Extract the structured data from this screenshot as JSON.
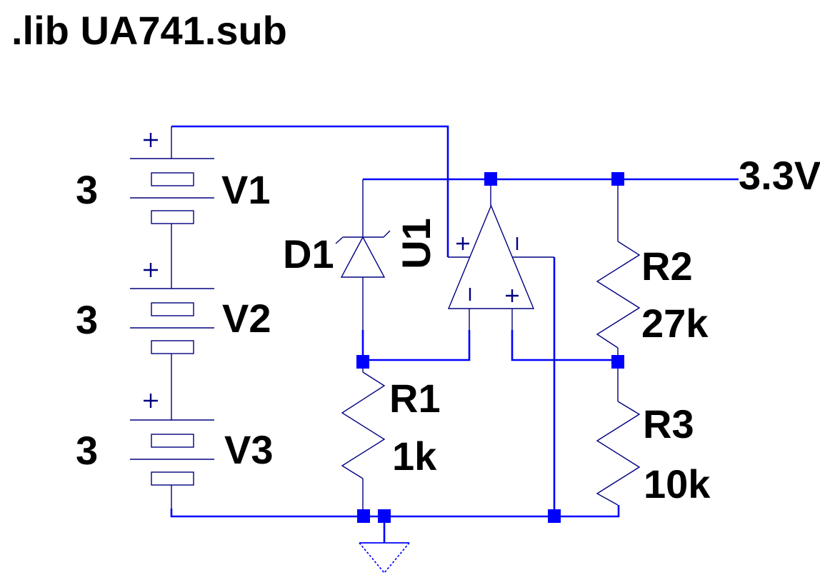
{
  "title": ".lib UA741.sub",
  "output_label": "3.3V",
  "components": {
    "v1": {
      "label": "V1",
      "value": "3"
    },
    "v2": {
      "label": "V2",
      "value": "3"
    },
    "v3": {
      "label": "V3",
      "value": "3"
    },
    "d1": {
      "label": "D1"
    },
    "u1": {
      "label": "U1"
    },
    "r1": {
      "label": "R1",
      "value": "1k"
    },
    "r2": {
      "label": "R2",
      "value": "27k"
    },
    "r3": {
      "label": "R3",
      "value": "10k"
    }
  },
  "colors": {
    "wire": "#0000FF",
    "symbol": "#000080",
    "text": "#000000",
    "background": "#FFFFFF"
  }
}
